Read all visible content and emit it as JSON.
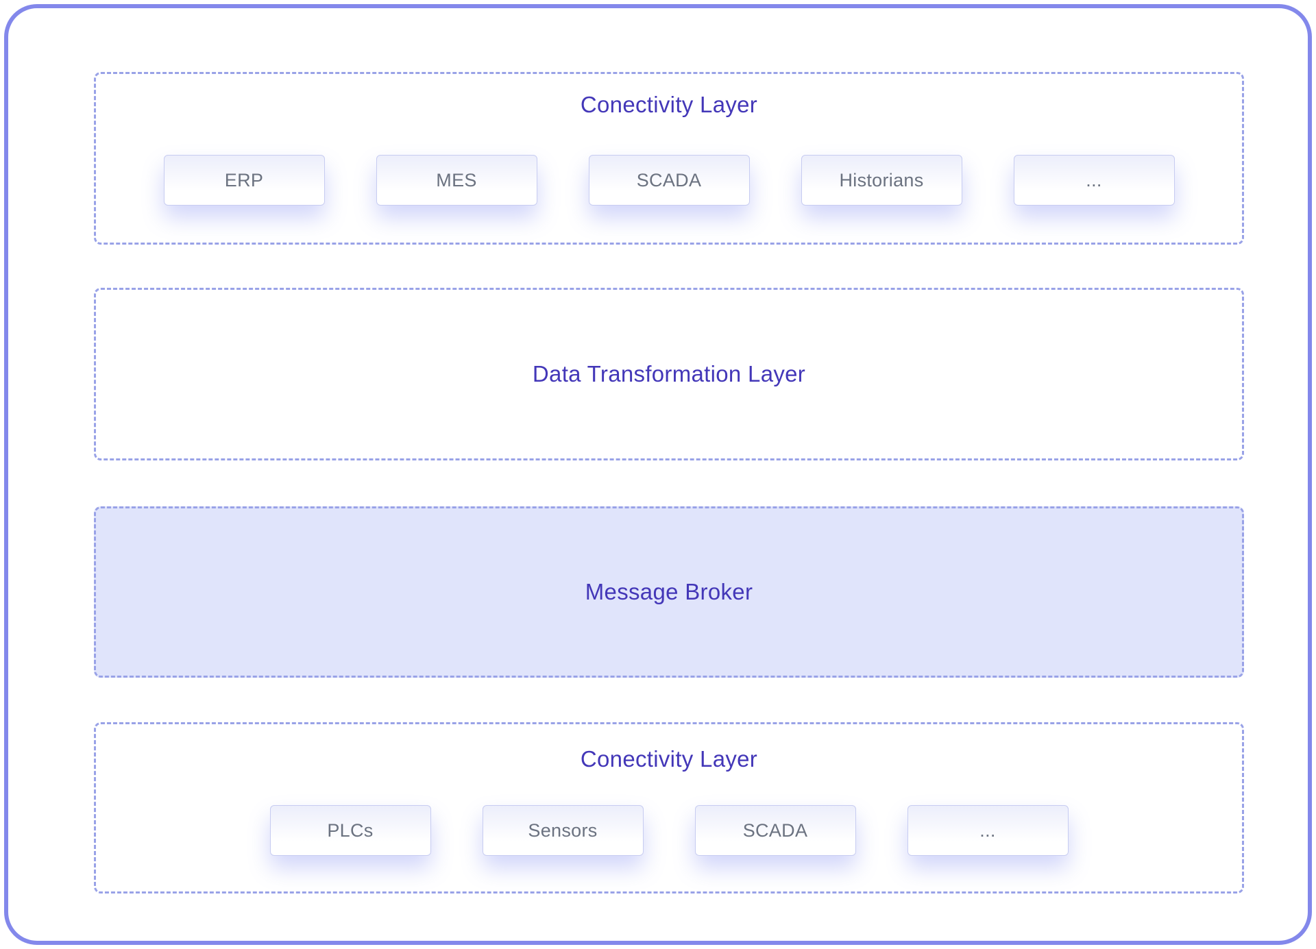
{
  "diagram": {
    "sections": [
      {
        "id": "connectivity-layer-top",
        "title": "Conectivity Layer",
        "items": [
          "ERP",
          "MES",
          "SCADA",
          "Historians",
          "..."
        ]
      },
      {
        "id": "data-transformation-layer",
        "title": "Data Transformation Layer",
        "items": []
      },
      {
        "id": "message-broker",
        "title": "Message Broker",
        "items": [],
        "filled": true
      },
      {
        "id": "connectivity-layer-bottom",
        "title": "Conectivity Layer",
        "items": [
          "PLCs",
          "Sensors",
          "SCADA",
          "..."
        ]
      }
    ],
    "colors": {
      "outer_border": "#8388eb",
      "dashed_border": "#99a2e7",
      "title_text": "#4337b8",
      "item_text": "#6b7280",
      "item_border": "#c7ccf1",
      "broker_fill": "#e0e4fb"
    }
  }
}
